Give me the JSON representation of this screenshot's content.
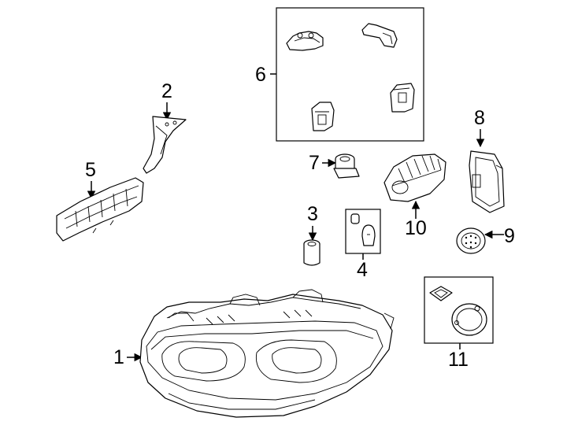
{
  "callouts": {
    "c1": "1",
    "c2": "2",
    "c3": "3",
    "c4": "4",
    "c5": "5",
    "c6": "6",
    "c7": "7",
    "c8": "8",
    "c9": "9",
    "c10": "10",
    "c11": "11"
  },
  "colors": {
    "stroke": "#000000",
    "background": "#ffffff"
  }
}
